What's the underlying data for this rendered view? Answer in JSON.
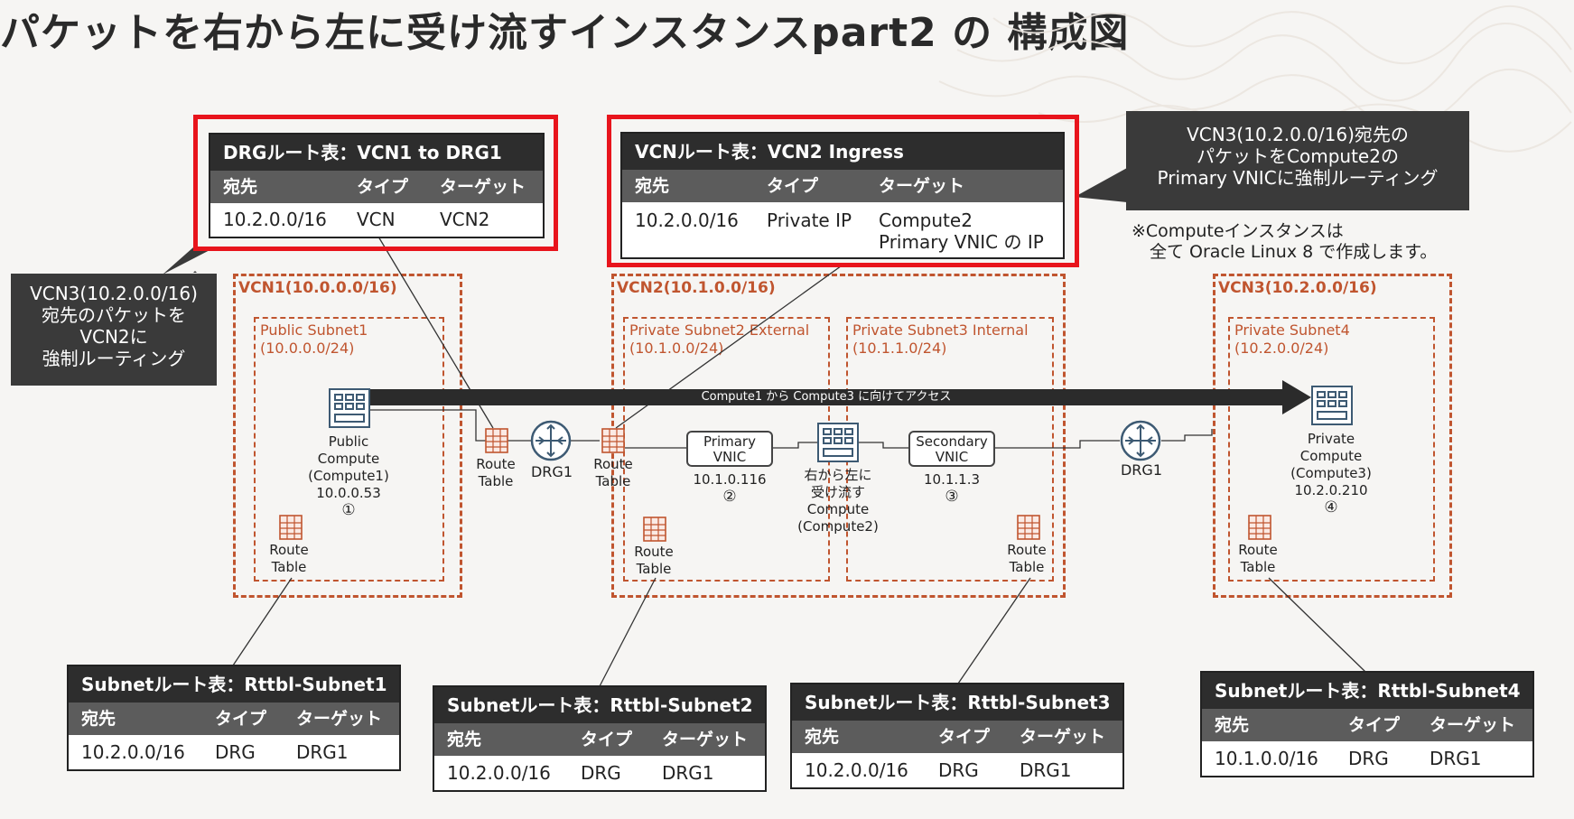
{
  "title": "パケットを右から左に受け流すインスタンスpart2 の 構成図",
  "vcns": {
    "vcn1": "VCN1(10.0.0.0/16)",
    "vcn2": "VCN2(10.1.0.0/16)",
    "vcn3": "VCN3(10.2.0.0/16)"
  },
  "subnets": {
    "public1": {
      "name": "Public Subnet1",
      "cidr": "(10.0.0.0/24)"
    },
    "private2": {
      "name": "Private Subnet2 External",
      "cidr": "(10.1.0.0/24)"
    },
    "private3": {
      "name": "Private Subnet3 Internal",
      "cidr": "(10.1.1.0/24)"
    },
    "private4": {
      "name": "Private Subnet4",
      "cidr": "(10.2.0.0/24)"
    }
  },
  "compute1": {
    "l1": "Public",
    "l2": "Compute",
    "l3": "(Compute1)",
    "ip": "10.0.0.53",
    "num": "①"
  },
  "compute2": {
    "l1": "右から左に",
    "l2": "受け流す",
    "l3": "Compute",
    "l4": "(Compute2)"
  },
  "compute3": {
    "l1": "Private",
    "l2": "Compute",
    "l3": "(Compute3)",
    "ip": "10.2.0.210",
    "num": "④"
  },
  "primary_vnic": {
    "l1": "Primary",
    "l2": "VNIC",
    "ip": "10.1.0.116",
    "num": "②"
  },
  "secondary_vnic": {
    "l1": "Secondary",
    "l2": "VNIC",
    "ip": "10.1.1.3",
    "num": "③"
  },
  "route_table_label": {
    "l1": "Route",
    "l2": "Table"
  },
  "drg_label": "DRG1",
  "arrow_label": "Compute1 から Compute3 に向けてアクセス",
  "note": {
    "l1": "※Computeインスタンスは",
    "l2": "全て Oracle Linux 8 で作成します。"
  },
  "callout_left": {
    "l1": "VCN3(10.2.0.0/16)",
    "l2": "宛先のパケットを",
    "l3": "VCN2に",
    "l4": "強制ルーティング"
  },
  "callout_right": {
    "l1": "VCN3(10.2.0.0/16)宛先の",
    "l2": "パケットをCompute2の",
    "l3": "Primary VNICに強制ルーティング"
  },
  "headers": {
    "dest": "宛先",
    "type": "タイプ",
    "target": "ターゲット"
  },
  "tables": {
    "drg": {
      "title": "DRGルート表：VCN1 to DRG1",
      "dest": "10.2.0.0/16",
      "type": "VCN",
      "target": "VCN2"
    },
    "vcn2_ingress": {
      "title": "VCNルート表：VCN2 Ingress",
      "dest": "10.2.0.0/16",
      "type": "Private IP",
      "target1": "Compute2",
      "target2": "Primary VNIC の IP"
    },
    "subnet1": {
      "title": "Subnetルート表：Rttbl-Subnet1",
      "dest": "10.2.0.0/16",
      "type": "DRG",
      "target": "DRG1"
    },
    "subnet2": {
      "title": "Subnetルート表：Rttbl-Subnet2",
      "dest": "10.2.0.0/16",
      "type": "DRG",
      "target": "DRG1"
    },
    "subnet3": {
      "title": "Subnetルート表：Rttbl-Subnet3",
      "dest": "10.2.0.0/16",
      "type": "DRG",
      "target": "DRG1"
    },
    "subnet4": {
      "title": "Subnetルート表：Rttbl-Subnet4",
      "dest": "10.1.0.0/16",
      "type": "DRG",
      "target": "DRG1"
    }
  },
  "colors": {
    "accent_red": "#e8141c",
    "vcn_orange": "#c0552f",
    "dark": "#2d2d2d"
  }
}
